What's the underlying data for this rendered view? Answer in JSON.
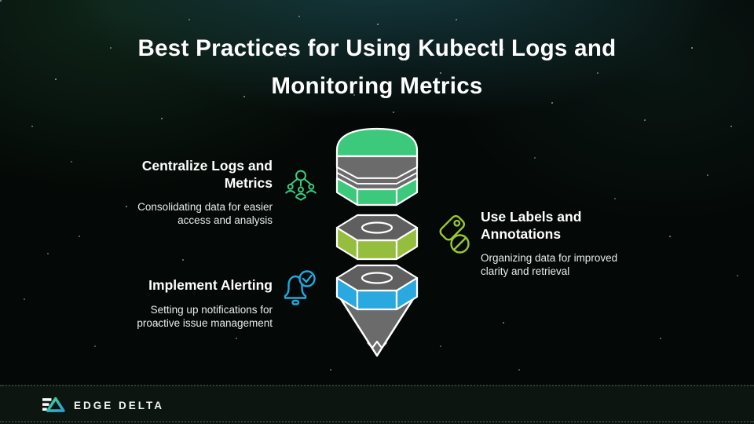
{
  "title": "Best Practices for Using Kubectl Logs and Monitoring Metrics",
  "items": [
    {
      "heading": "Centralize Logs and Metrics",
      "description": "Consolidating data for easier access and analysis",
      "icon": "team-network-icon",
      "accent_color": "#3DC97C"
    },
    {
      "heading": "Use Labels and Annotations",
      "description": "Organizing data for improved clarity and retrieval",
      "icon": "tag-slash-icon",
      "accent_color": "#9BC832"
    },
    {
      "heading": "Implement Alerting",
      "description": "Setting up notifications for proactive issue management",
      "icon": "bell-check-icon",
      "accent_color": "#1FA8DD"
    }
  ],
  "funnel_graphic": {
    "type": "pencil-funnel",
    "segments": [
      {
        "name": "top-cap",
        "color": "#3DC97C",
        "band_color": "#6B6B6B"
      },
      {
        "name": "middle-hex-nut",
        "color": "#96BE3E",
        "top_face_color": "#5F5F5F"
      },
      {
        "name": "bottom-hex-nut",
        "color": "#29A9E0",
        "top_face_color": "#5F5F5F"
      },
      {
        "name": "pencil-tip",
        "color": "#6B6B6B"
      }
    ],
    "outline_color": "#FFFFFF"
  },
  "footer": {
    "brand": "EDGE DELTA",
    "logo_gradient": {
      "from": "#3FD68C",
      "to": "#2D9CDB"
    }
  },
  "background": {
    "base_color": "#040806",
    "glow_color": "#1F545E"
  }
}
